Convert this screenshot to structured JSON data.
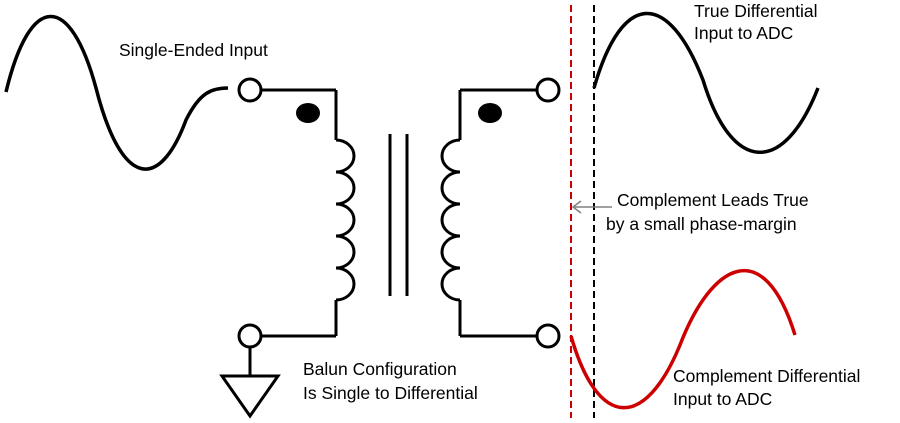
{
  "labels": {
    "single_ended_input": "Single-Ended Input",
    "true_diff_line1": "True Differential",
    "true_diff_line2": "Input to ADC",
    "phase_note_line1": "Complement Leads True",
    "phase_note_line2": "by a small phase-margin",
    "balun_line1": "Balun Configuration",
    "balun_line2": "Is Single to Differential",
    "complement_line1": "Complement Differential",
    "complement_line2": "Input to ADC"
  },
  "colors": {
    "wire": "#000000",
    "true_signal": "#000000",
    "complement_signal": "#cc0000",
    "complement_marker": "#cc0000",
    "true_marker": "#000000",
    "annotation_arrow": "#808080"
  },
  "icons": [
    "ground-icon",
    "polarity-dot",
    "terminal-circle",
    "arrow-left-icon"
  ]
}
